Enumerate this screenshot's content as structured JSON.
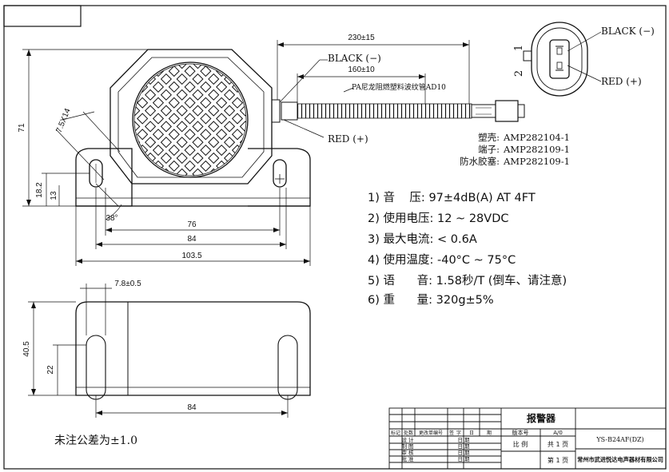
{
  "drawing": {
    "wire_black": "BLACK (−)",
    "wire_red": "RED (+)",
    "dim_overall_length": "230±15",
    "dim_tube_length": "160±10",
    "tube_label": "PA尼龙阻燃塑料波纹管AD10",
    "dim_height": "71",
    "dim_slot": "7.5X14",
    "dim_18": "18.2",
    "dim_13": "13",
    "dim_angle": "38°",
    "dim_76": "76",
    "dim_84": "84",
    "dim_103": "103.5",
    "side_dim_78": "7.8±0.5",
    "side_dim_40": "40.5",
    "side_dim_22": "22",
    "side_dim_84": "84",
    "pin_1": "1",
    "pin_2": "2",
    "conn_black": "BLACK (−)",
    "conn_red": "RED (+)"
  },
  "parts": [
    {
      "label": "塑壳:",
      "value": "AMP282104-1"
    },
    {
      "label": "端子:",
      "value": "AMP282109-1"
    },
    {
      "label": "防水胶塞:",
      "value": "AMP282109-1"
    }
  ],
  "specs": [
    {
      "num": "1)",
      "label": "音    压:",
      "value": "97±4dB(A) AT 4FT"
    },
    {
      "num": "2)",
      "label": "使用电压:",
      "value": "12 ~ 28VDC"
    },
    {
      "num": "3)",
      "label": "最大电流:",
      "value": "< 0.6A"
    },
    {
      "num": "4)",
      "label": "使用温度:",
      "value": "-40°C ~ 75°C"
    },
    {
      "num": "5)",
      "label": "语      音:",
      "value": "1.58秒/T (倒车、请注意)"
    },
    {
      "num": "6)",
      "label": "重      量:",
      "value": "320g±5%"
    }
  ],
  "tolerance_note": "未注公差为±1.0",
  "title_block": {
    "product_name": "报警器",
    "version_label": "版本号",
    "version": "A/0",
    "scale_label": "比  例",
    "sheet_total": "共 1 页",
    "sheet_num": "第 1 页",
    "drawing_no": "YS-B24AF(DZ)",
    "company": "常州市武进悦达电声器材有限公司",
    "row_header": [
      "标记",
      "处数",
      "更改单编号",
      "签",
      "字",
      "日",
      "期"
    ],
    "roles": [
      "设  计",
      "制  图",
      "审  核",
      "批  准"
    ],
    "date_label": "日  期"
  }
}
